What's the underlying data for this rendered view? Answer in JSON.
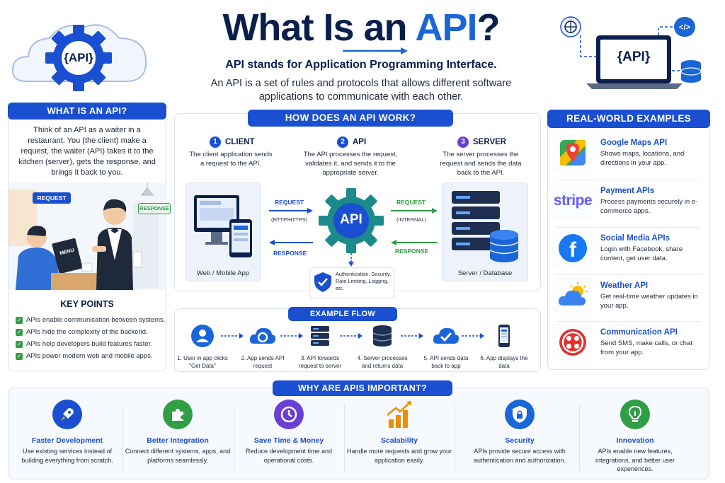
{
  "header": {
    "title_main": "What Is an ",
    "title_accent": "API",
    "title_end": "?",
    "subtitle": "API stands for Application Programming Interface.",
    "intro": "An API is a set of rules and protocols that allows different software applications to communicate with each other.",
    "gear_badge": "{API}",
    "laptop_badge": "{API}"
  },
  "what_is": {
    "heading": "WHAT IS AN API?",
    "description": "Think of an API as a waiter in a restaurant. You (the client) make a request, the waiter (API) takes it to the kitchen (server), gets the response, and brings it back to you.",
    "request_tag": "REQUEST",
    "response_tag": "RESPONSE",
    "menu_label": "MENU"
  },
  "key_points": {
    "heading": "KEY POINTS",
    "items": [
      "APIs enable communication between systems.",
      "APIs hide the complexity of the backend.",
      "APIs help developers build features faster.",
      "APIs power modern web and mobile apps."
    ]
  },
  "how": {
    "heading": "HOW DOES AN API WORK?",
    "steps": [
      {
        "num": "1",
        "title": "CLIENT",
        "desc": "The client application sends a request to the API."
      },
      {
        "num": "2",
        "title": "API",
        "desc": "The API processes the request, validates it, and sends it to the appropriate server."
      },
      {
        "num": "3",
        "title": "SERVER",
        "desc": "The server processes the request and sends the data back to the API."
      }
    ],
    "client_label": "Web / Mobile App",
    "server_label": "Server / Database",
    "api_gear": "API",
    "left_request": "REQUEST",
    "left_request_sub": "(HTTP/HTTPS)",
    "left_response": "RESPONSE",
    "right_request": "REQUEST",
    "right_request_sub": "(INTERNAL)",
    "right_response": "RESPONSE",
    "security_note": "Authentication, Security, Rate Limiting, Logging, etc."
  },
  "flow": {
    "heading": "EXAMPLE FLOW",
    "steps": [
      "1. User in app clicks \"Get Data\"",
      "2. App sends API request",
      "3. API forwards request to server",
      "4. Server processes and returns data",
      "5. API sends data back to app",
      "6. App displays the data"
    ]
  },
  "real_world": {
    "heading": "REAL-WORLD EXAMPLES",
    "items": [
      {
        "title": "Google Maps API",
        "desc": "Shows maps, locations, and directions in your app.",
        "icon": "map-pin-icon"
      },
      {
        "title": "Payment APIs",
        "desc": "Process payments securely in e-commerce apps.",
        "icon": "stripe-logo",
        "logo_text": "stripe"
      },
      {
        "title": "Social Media APIs",
        "desc": "Login with Facebook, share content, get user data.",
        "icon": "facebook-logo",
        "logo_text": "f"
      },
      {
        "title": "Weather API",
        "desc": "Get real-time weather updates in your app.",
        "icon": "weather-icon"
      },
      {
        "title": "Communication API",
        "desc": "Send SMS, make calls, or chat from your app.",
        "icon": "twilio-logo"
      }
    ]
  },
  "why": {
    "heading": "WHY ARE APIS IMPORTANT?",
    "items": [
      {
        "title": "Faster Development",
        "desc": "Use existing services instead of building everything from scratch.",
        "color": "#1a4fd1"
      },
      {
        "title": "Better Integration",
        "desc": "Connect different systems, apps, and platforms seamlessly.",
        "color": "#2f9e44"
      },
      {
        "title": "Save Time & Money",
        "desc": "Reduce development time and operational costs.",
        "color": "#6b3fd4"
      },
      {
        "title": "Scalability",
        "desc": "Handle more requests and grow your application easily.",
        "color": "#f08c00"
      },
      {
        "title": "Security",
        "desc": "APIs provide secure access with authentication and authorization.",
        "color": "#1a66d9"
      },
      {
        "title": "Innovation",
        "desc": "APIs enable new features, integrations, and better user experiences.",
        "color": "#2f9e44"
      }
    ]
  },
  "colors": {
    "primary": "#1a4fd1",
    "navy": "#0b1f4d",
    "green": "#2f9e44",
    "purple": "#6b3fd4",
    "orange": "#f08c00",
    "teal": "#1c8a8a"
  }
}
